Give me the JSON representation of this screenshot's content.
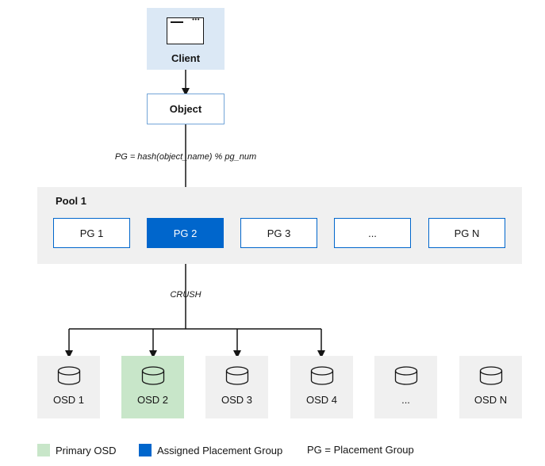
{
  "client": {
    "label": "Client",
    "icon": "application-window-icon"
  },
  "object": {
    "label": "Object"
  },
  "mapping_formula": "PG = hash(object_name) % pg_num",
  "pool": {
    "title": "Pool 1",
    "pgs": [
      {
        "label": "PG 1",
        "assigned": false
      },
      {
        "label": "PG 2",
        "assigned": true
      },
      {
        "label": "PG 3",
        "assigned": false
      },
      {
        "label": "...",
        "assigned": false
      },
      {
        "label": "PG N",
        "assigned": false
      }
    ]
  },
  "crush_label": "CRUSH",
  "osds": [
    {
      "label": "OSD 1",
      "primary": false
    },
    {
      "label": "OSD 2",
      "primary": true
    },
    {
      "label": "OSD 3",
      "primary": false
    },
    {
      "label": "OSD 4",
      "primary": false
    },
    {
      "label": "...",
      "primary": false
    },
    {
      "label": "OSD N",
      "primary": false
    }
  ],
  "legend": {
    "primary_osd": "Primary OSD",
    "assigned_pg": "Assigned Placement Group",
    "pg_definition": "PG = Placement Group"
  },
  "colors": {
    "client_fill": "#dbe8f5",
    "object_border": "#73a5d8",
    "pg_border": "#0066cc",
    "assigned_pg": "#0066cc",
    "primary_osd": "#c8e6c9",
    "pool_fill": "#f0f0f0",
    "osd_fill": "#f0f0f0",
    "line": "#151515"
  }
}
